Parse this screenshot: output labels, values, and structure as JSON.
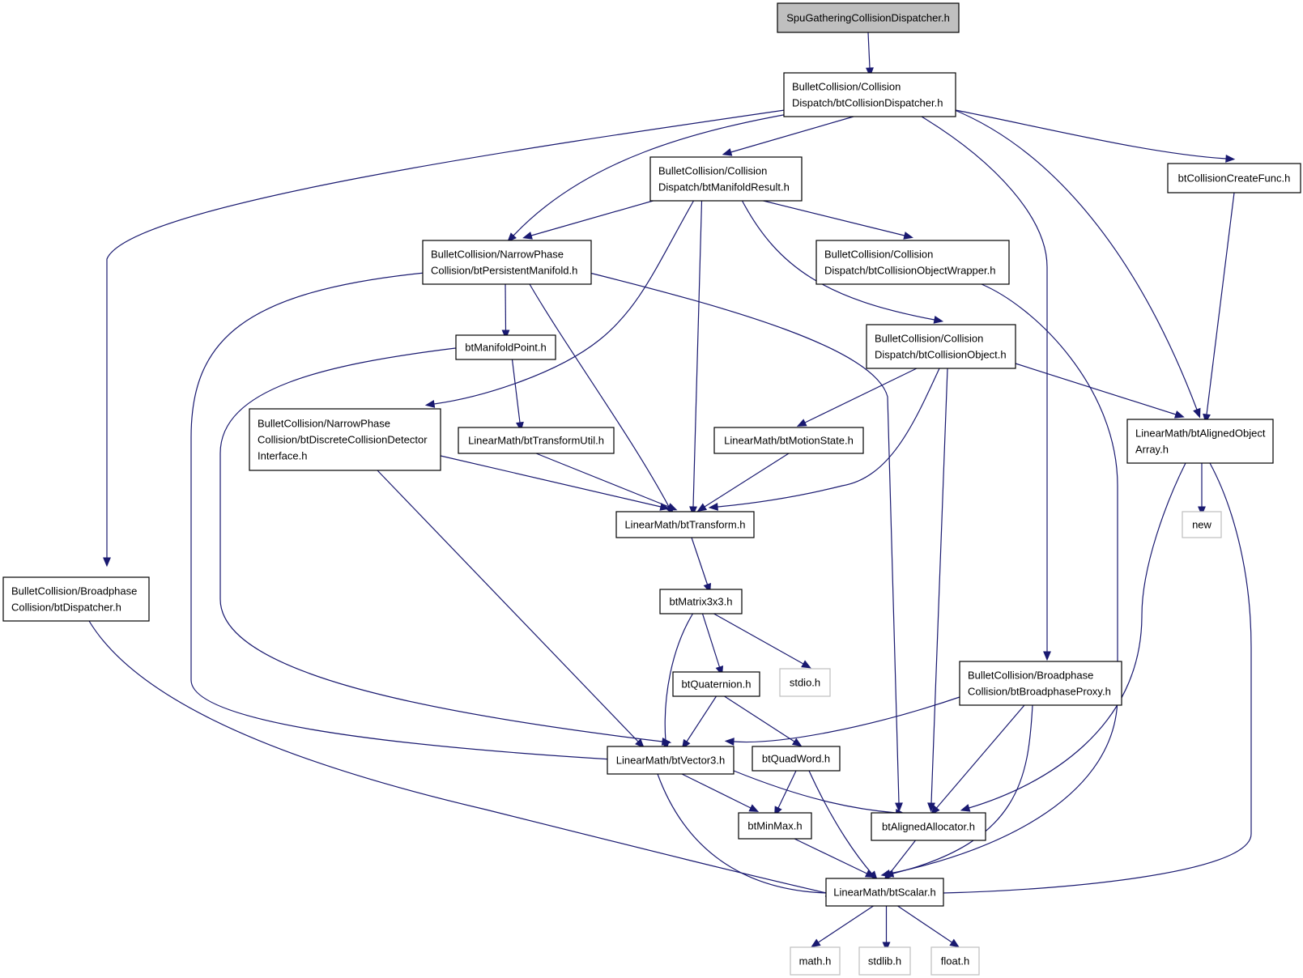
{
  "nodes": [
    {
      "id": "spu",
      "lines": [
        "SpuGatheringCollisionDispatcher.h"
      ],
      "kind": "root"
    },
    {
      "id": "disp",
      "lines": [
        "BulletCollision/Collision",
        "Dispatch/btCollisionDispatcher.h"
      ],
      "kind": "normal"
    },
    {
      "id": "manres",
      "lines": [
        "BulletCollision/Collision",
        "Dispatch/btManifoldResult.h"
      ],
      "kind": "normal"
    },
    {
      "id": "ccf",
      "lines": [
        "btCollisionCreateFunc.h"
      ],
      "kind": "normal"
    },
    {
      "id": "pm",
      "lines": [
        "BulletCollision/NarrowPhase",
        "Collision/btPersistentManifold.h"
      ],
      "kind": "normal"
    },
    {
      "id": "cow",
      "lines": [
        "BulletCollision/Collision",
        "Dispatch/btCollisionObjectWrapper.h"
      ],
      "kind": "normal"
    },
    {
      "id": "mp",
      "lines": [
        "btManifoldPoint.h"
      ],
      "kind": "normal"
    },
    {
      "id": "co",
      "lines": [
        "BulletCollision/Collision",
        "Dispatch/btCollisionObject.h"
      ],
      "kind": "normal"
    },
    {
      "id": "dcdi",
      "lines": [
        "BulletCollision/NarrowPhase",
        "Collision/btDiscreteCollisionDetector",
        "Interface.h"
      ],
      "kind": "normal"
    },
    {
      "id": "tu",
      "lines": [
        "LinearMath/btTransformUtil.h"
      ],
      "kind": "normal"
    },
    {
      "id": "ms",
      "lines": [
        "LinearMath/btMotionState.h"
      ],
      "kind": "normal"
    },
    {
      "id": "aoa",
      "lines": [
        "LinearMath/btAlignedObject",
        "Array.h"
      ],
      "kind": "normal"
    },
    {
      "id": "new",
      "lines": [
        "new"
      ],
      "kind": "external"
    },
    {
      "id": "tr",
      "lines": [
        "LinearMath/btTransform.h"
      ],
      "kind": "normal"
    },
    {
      "id": "bd",
      "lines": [
        "BulletCollision/Broadphase",
        "Collision/btDispatcher.h"
      ],
      "kind": "normal"
    },
    {
      "id": "m33",
      "lines": [
        "btMatrix3x3.h"
      ],
      "kind": "normal"
    },
    {
      "id": "bp",
      "lines": [
        "BulletCollision/Broadphase",
        "Collision/btBroadphaseProxy.h"
      ],
      "kind": "normal"
    },
    {
      "id": "q",
      "lines": [
        "btQuaternion.h"
      ],
      "kind": "normal"
    },
    {
      "id": "stdio",
      "lines": [
        "stdio.h"
      ],
      "kind": "external"
    },
    {
      "id": "v3",
      "lines": [
        "LinearMath/btVector3.h"
      ],
      "kind": "normal"
    },
    {
      "id": "qw",
      "lines": [
        "btQuadWord.h"
      ],
      "kind": "normal"
    },
    {
      "id": "mm",
      "lines": [
        "btMinMax.h"
      ],
      "kind": "normal"
    },
    {
      "id": "aa",
      "lines": [
        "btAlignedAllocator.h"
      ],
      "kind": "normal"
    },
    {
      "id": "sc",
      "lines": [
        "LinearMath/btScalar.h"
      ],
      "kind": "normal"
    },
    {
      "id": "math",
      "lines": [
        "math.h"
      ],
      "kind": "external"
    },
    {
      "id": "stdlib",
      "lines": [
        "stdlib.h"
      ],
      "kind": "external"
    },
    {
      "id": "float",
      "lines": [
        "float.h"
      ],
      "kind": "external"
    }
  ],
  "edges": [
    [
      "spu",
      "disp"
    ],
    [
      "disp",
      "bd"
    ],
    [
      "disp",
      "pm"
    ],
    [
      "disp",
      "manres"
    ],
    [
      "disp",
      "bp"
    ],
    [
      "disp",
      "aoa"
    ],
    [
      "disp",
      "ccf"
    ],
    [
      "manres",
      "pm"
    ],
    [
      "manres",
      "dcdi"
    ],
    [
      "manres",
      "tr"
    ],
    [
      "manres",
      "co"
    ],
    [
      "manres",
      "cow"
    ],
    [
      "ccf",
      "aoa"
    ],
    [
      "pm",
      "v3"
    ],
    [
      "pm",
      "mp"
    ],
    [
      "pm",
      "tr"
    ],
    [
      "pm",
      "aa"
    ],
    [
      "cow",
      "sc"
    ],
    [
      "mp",
      "v3"
    ],
    [
      "mp",
      "tu"
    ],
    [
      "co",
      "ms"
    ],
    [
      "co",
      "tr"
    ],
    [
      "co",
      "aa"
    ],
    [
      "co",
      "aoa"
    ],
    [
      "dcdi",
      "tr"
    ],
    [
      "dcdi",
      "v3"
    ],
    [
      "tu",
      "tr"
    ],
    [
      "ms",
      "tr"
    ],
    [
      "aoa",
      "new"
    ],
    [
      "aoa",
      "aa"
    ],
    [
      "aoa",
      "sc"
    ],
    [
      "tr",
      "m33"
    ],
    [
      "bd",
      "sc"
    ],
    [
      "m33",
      "q"
    ],
    [
      "m33",
      "stdio"
    ],
    [
      "m33",
      "v3"
    ],
    [
      "bp",
      "v3"
    ],
    [
      "bp",
      "aa"
    ],
    [
      "bp",
      "sc"
    ],
    [
      "q",
      "v3"
    ],
    [
      "q",
      "qw"
    ],
    [
      "v3",
      "mm"
    ],
    [
      "v3",
      "aa"
    ],
    [
      "v3",
      "sc"
    ],
    [
      "qw",
      "mm"
    ],
    [
      "qw",
      "sc"
    ],
    [
      "mm",
      "sc"
    ],
    [
      "aa",
      "sc"
    ],
    [
      "sc",
      "math"
    ],
    [
      "sc",
      "stdlib"
    ],
    [
      "sc",
      "float"
    ]
  ]
}
